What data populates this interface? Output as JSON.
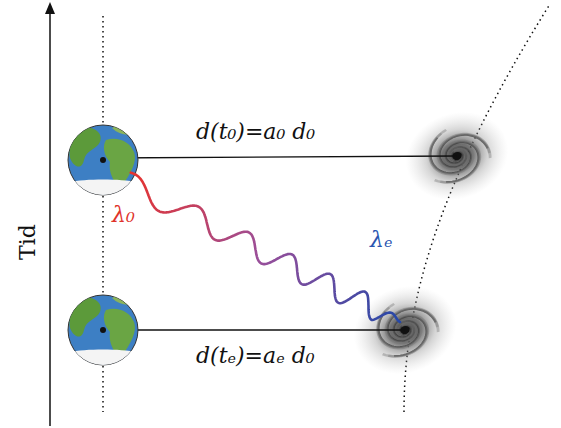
{
  "diagram": {
    "labels": [
      "Tid",
      "d(t₀)=a₀ d₀",
      "λ₀",
      "λₑ",
      "d(tₑ)=aₑ d₀"
    ]
  }
}
